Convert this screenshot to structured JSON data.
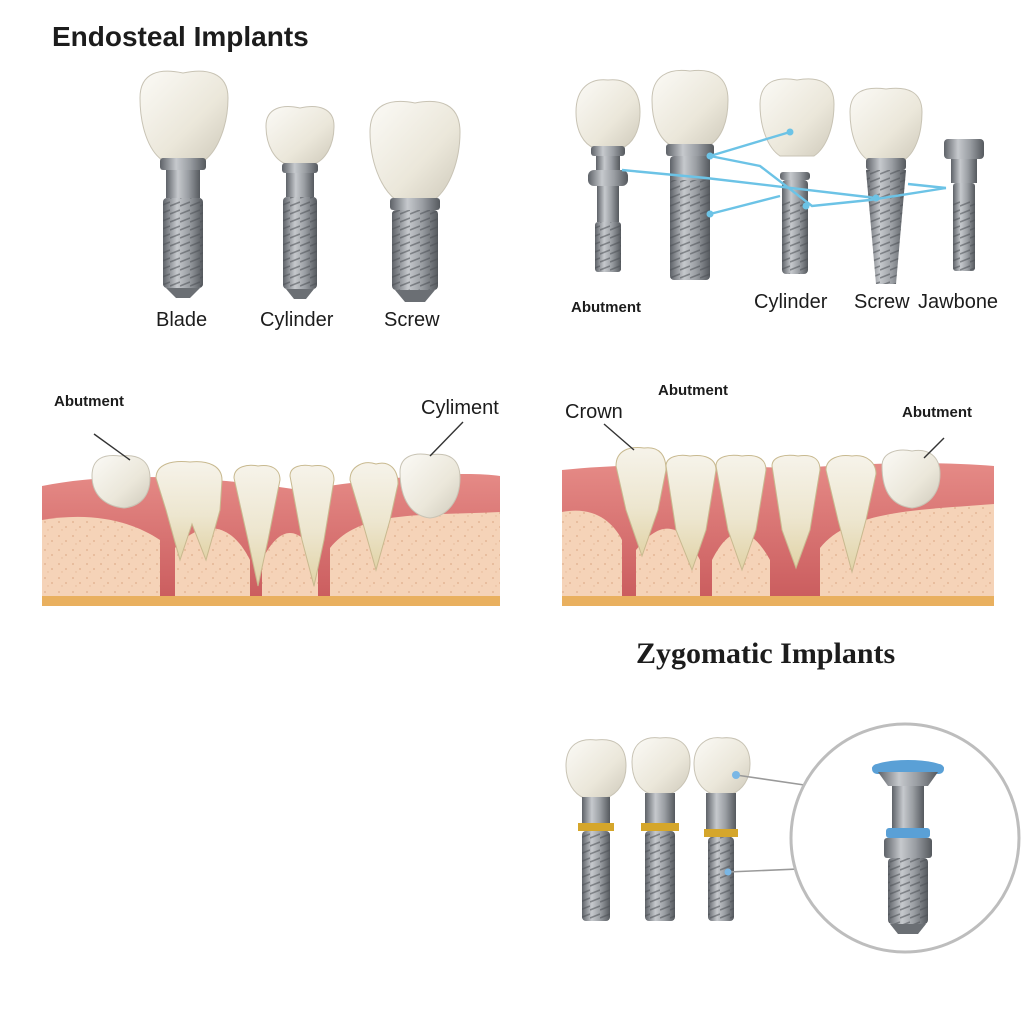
{
  "titles": {
    "endosteal": "Endosteal Implants",
    "zygomatic": "Zygomatic Implants"
  },
  "panel_a": {
    "labels": [
      "Blade",
      "Cylinder",
      "Screw"
    ]
  },
  "panel_b": {
    "labels": {
      "abutment": "Abutment",
      "cylinder": "Cylinder",
      "screw": "Screw",
      "jawbone": "Jawbone"
    }
  },
  "panel_c": {
    "labels": {
      "abutment": "Abutment",
      "cyliment": "Cyliment"
    }
  },
  "panel_d": {
    "labels": {
      "crown": "Crown",
      "abutment_top": "Abutment",
      "abutment_right": "Abutment"
    }
  },
  "colors": {
    "crown": "#ece8dc",
    "titanium": "#8f9398",
    "gum": "#d9706f",
    "bone": "#f3cdb0",
    "connector": "#6cc3e6",
    "gold_band": "#d5a62b",
    "blue_collar": "#5aa0d6"
  }
}
